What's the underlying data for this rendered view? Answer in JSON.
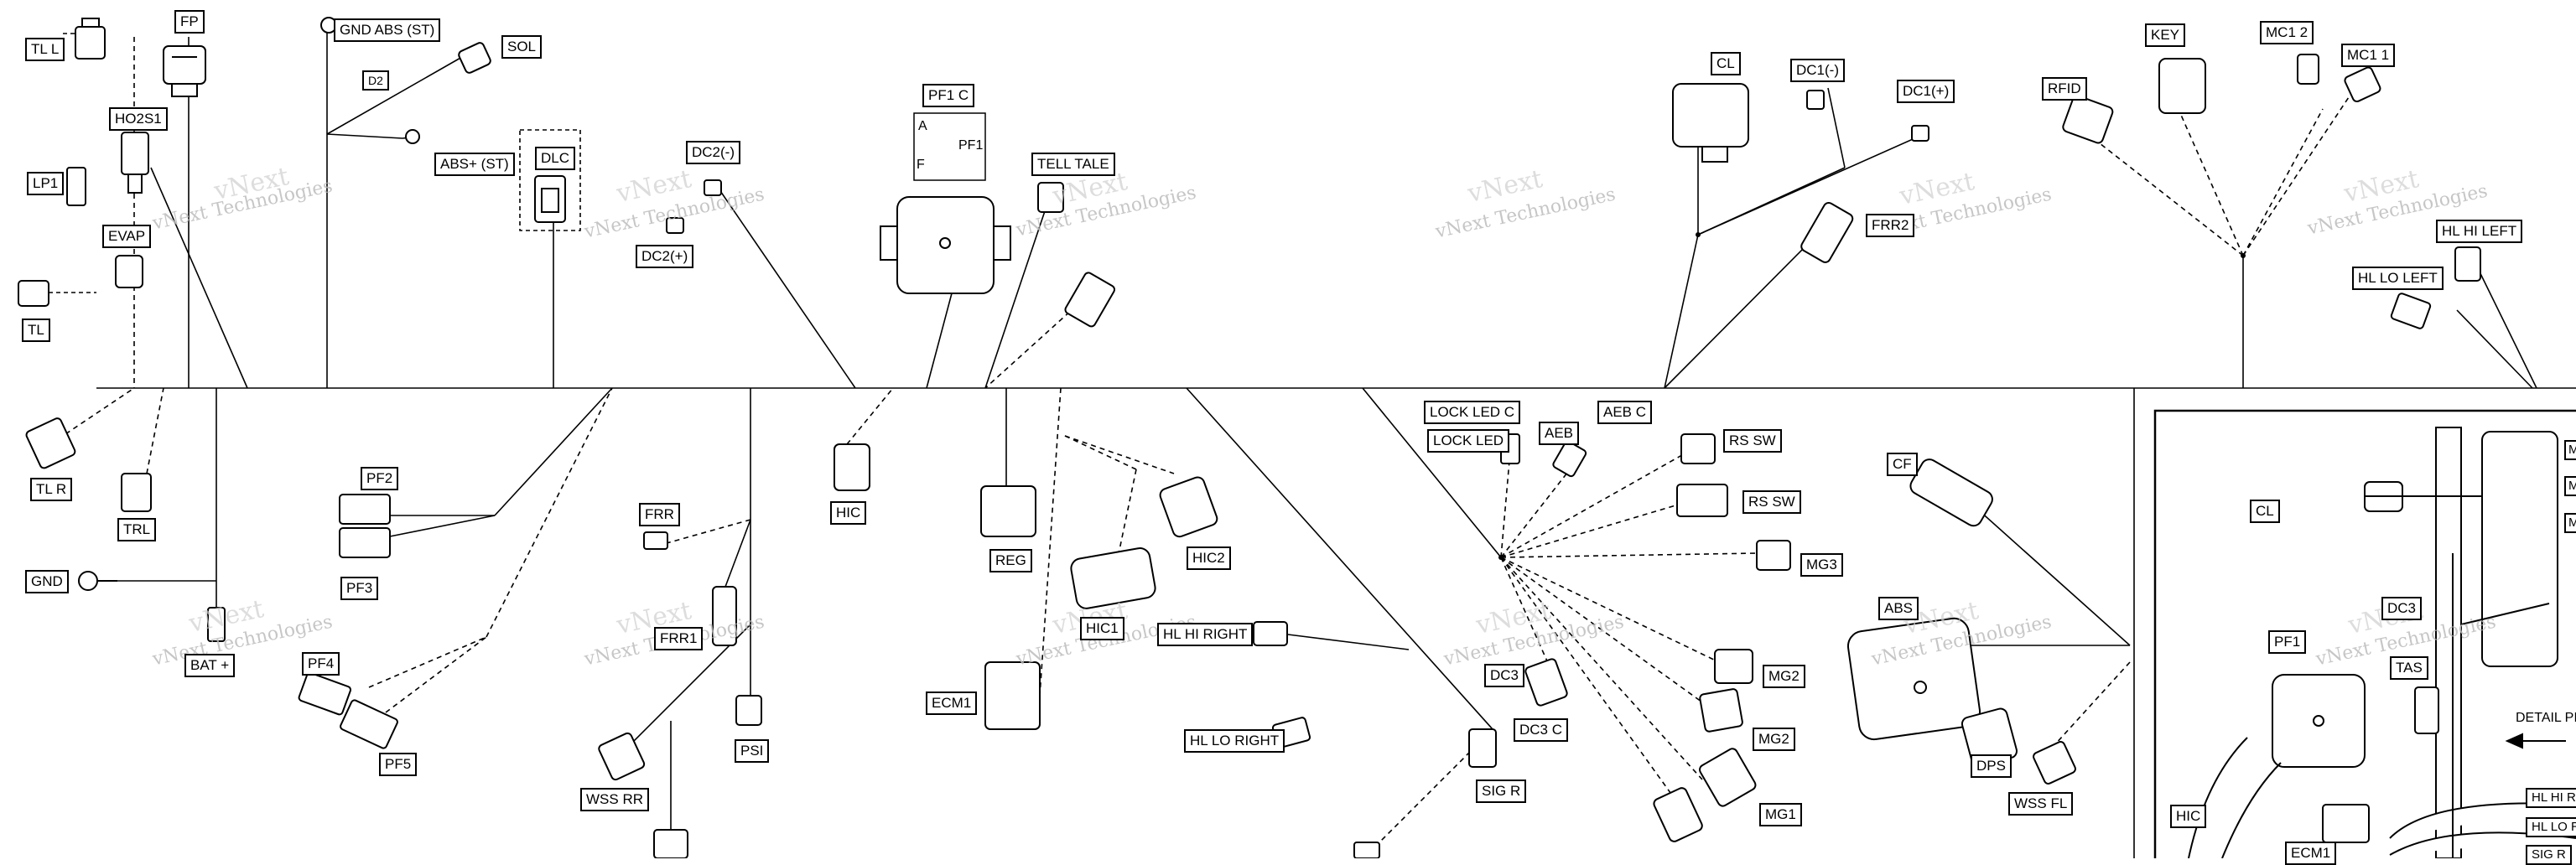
{
  "labels": {
    "tl_l": "TL L",
    "fp": "FP",
    "gnd_abs_st": "GND ABS (ST)",
    "sol": "SOL",
    "ho2s1": "HO2S1",
    "d2": "D2",
    "lp1": "LP1",
    "abs_plus_st": "ABS+ (ST)",
    "dlc": "DLC",
    "dc2_minus": "DC2(-)",
    "evap": "EVAP",
    "dc2_plus": "DC2(+)",
    "tl": "TL",
    "pf1_c": "PF1 C",
    "pf1_a": "A",
    "pf1_pf1": "PF1",
    "pf1_f": "F",
    "tell_tale": "TELL TALE",
    "cl": "CL",
    "dc1_minus": "DC1(-)",
    "dc1_plus": "DC1(+)",
    "frr2": "FRR2",
    "rfid": "RFID",
    "key": "KEY",
    "mc1_2": "MC1 2",
    "mc1_1": "MC1 1",
    "hl_hi_left": "HL HI LEFT",
    "hl_lo_left": "HL LO LEFT",
    "tl_r": "TL R",
    "trl": "TRL",
    "gnd": "GND",
    "bat_plus": "BAT +",
    "pf2": "PF2",
    "pf3": "PF3",
    "pf4": "PF4",
    "pf5": "PF5",
    "frr": "FRR",
    "frr1": "FRR1",
    "psi": "PSI",
    "wss_rr": "WSS RR",
    "hic": "HIC",
    "reg": "REG",
    "hic2": "HIC2",
    "hic1": "HIC1",
    "ecm1": "ECM1",
    "hl_hi_right": "HL HI RIGHT",
    "hl_lo_right": "HL LO RIGHT",
    "lock_led_c": "LOCK LED C",
    "lock_led": "LOCK LED",
    "aeb": "AEB",
    "aeb_c": "AEB C",
    "rs_sw_1": "RS SW",
    "rs_sw_2": "RS SW",
    "mg3": "MG3",
    "mg2_a": "MG2",
    "mg2_b": "MG2",
    "mg1": "MG1",
    "dc3": "DC3",
    "dc3_c": "DC3 C",
    "sig_r": "SIG R",
    "cf": "CF",
    "abs": "ABS",
    "dps": "DPS",
    "wss_fl": "WSS FL",
    "detail_cl": "CL",
    "detail_dc3": "DC3",
    "detail_pf1": "PF1",
    "detail_tas": "TAS",
    "detail_hic": "HIC",
    "detail_ecm1": "ECM1",
    "detail_pic": "DETAIL PIC",
    "detail_hl_hi_r": "HL HI RI",
    "detail_hl_lo_r": "HL LO R",
    "detail_sig_r": "SIG R",
    "detail_m1": "M",
    "detail_m2": "M",
    "detail_m3": "M"
  },
  "watermark": {
    "brand_small": "vNext Technologies",
    "brand_big": "vNext"
  },
  "colors": {
    "line": "#000000",
    "label_border": "#000000",
    "watermark": "#bdbdbd"
  }
}
